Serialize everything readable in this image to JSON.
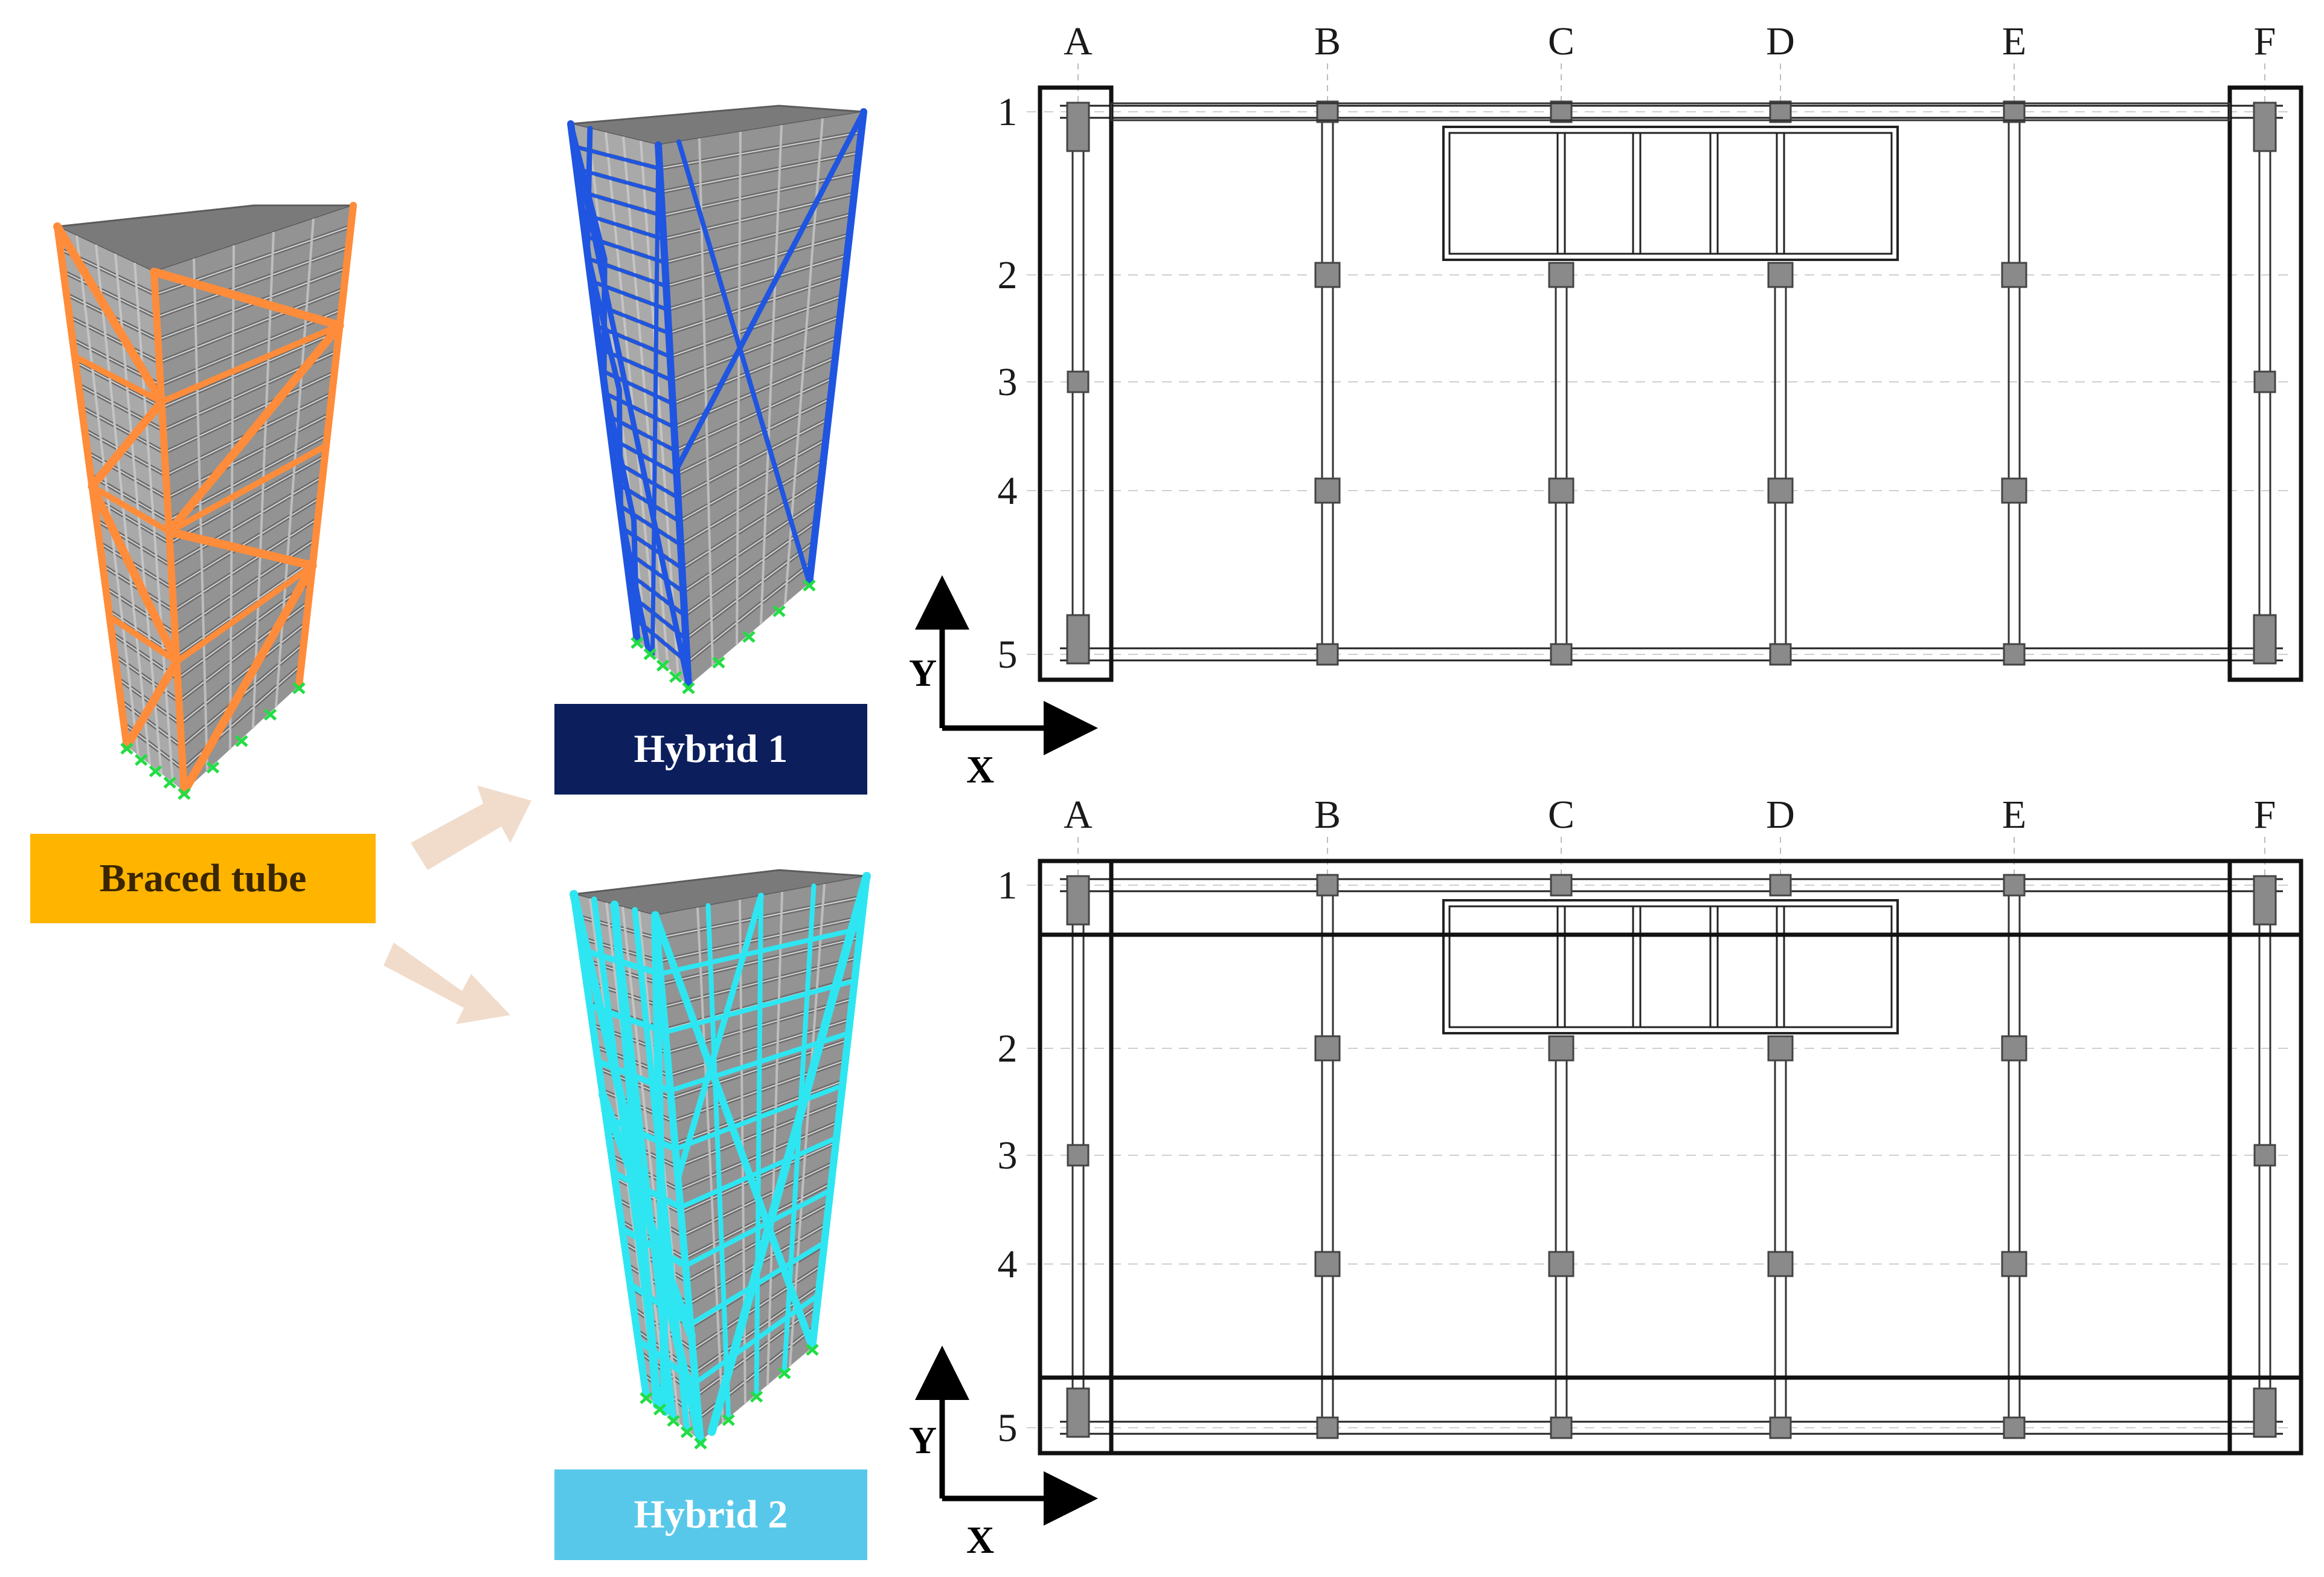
{
  "models": {
    "braced_tube": {
      "label": "Braced tube",
      "color": "#ff8c3a"
    },
    "hybrid_1": {
      "label": "Hybrid 1",
      "color": "#1f55e0"
    },
    "hybrid_2": {
      "label": "Hybrid 2",
      "color": "#2ee6f2"
    }
  },
  "plans": {
    "column_grid": [
      "A",
      "B",
      "C",
      "D",
      "E",
      "F"
    ],
    "row_grid": [
      "1",
      "2",
      "3",
      "4",
      "5"
    ],
    "axis_y": "Y",
    "axis_x": "X"
  },
  "colors": {
    "braced_label_bg": "#ffb400",
    "hybrid1_label_bg": "#0c1e5c",
    "hybrid2_label_bg": "#58c8ea",
    "arrow": "#f1dccb",
    "slab": "#8a8a8a"
  }
}
